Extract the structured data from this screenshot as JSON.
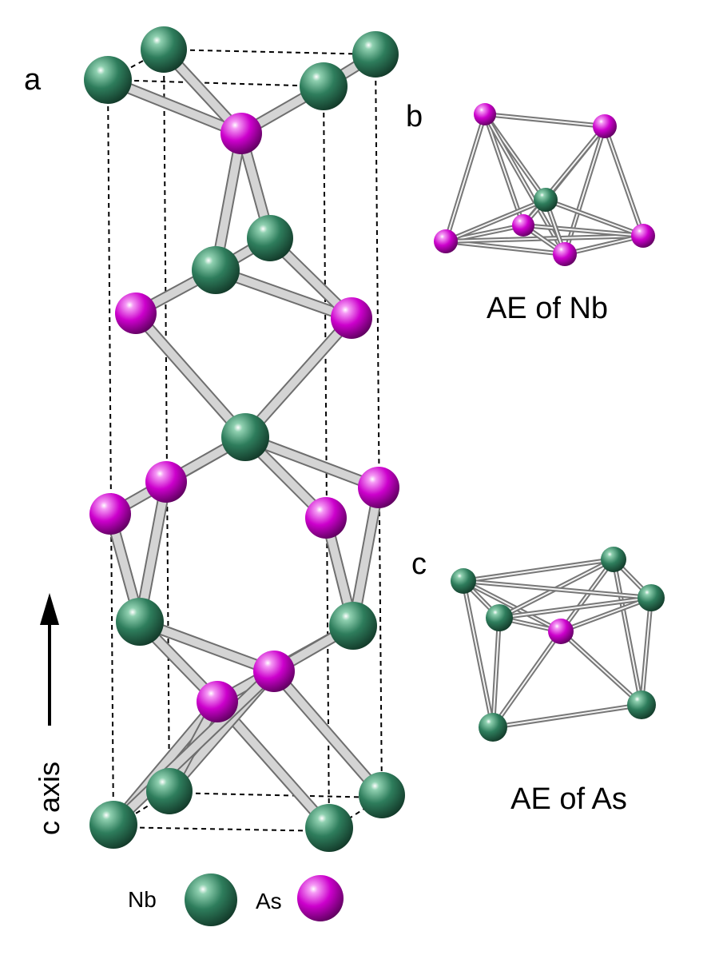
{
  "colors": {
    "nb": "#2e7d5c",
    "as": "#cc00cc",
    "bond": "#c8c8c8",
    "cell_lines": "#000000"
  },
  "labels": {
    "panel_a": "a",
    "panel_b": "b",
    "panel_c": "c",
    "caption_b": "AE of Nb",
    "caption_c": "AE of As",
    "axis": "c axis"
  },
  "legend": {
    "nb_label": "Nb",
    "as_label": "As"
  }
}
